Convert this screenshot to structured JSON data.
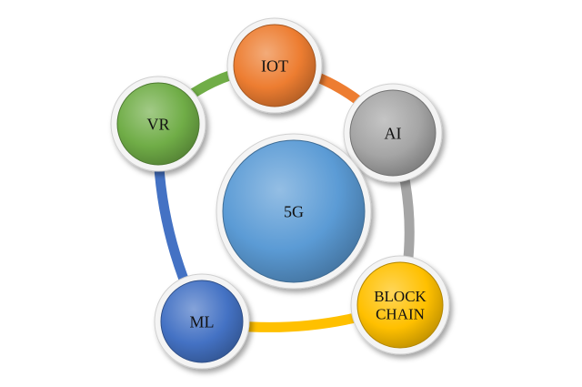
{
  "diagram": {
    "type": "cycle",
    "center": {
      "id": "5g",
      "label": "5G",
      "color": "#5b9bd5"
    },
    "nodes": [
      {
        "id": "iot",
        "lines": [
          "IOT"
        ],
        "color": "#ed7d31"
      },
      {
        "id": "ai",
        "lines": [
          "AI"
        ],
        "color": "#a5a5a5"
      },
      {
        "id": "blockchain",
        "lines": [
          "BLOCK",
          "CHAIN"
        ],
        "color": "#ffc000"
      },
      {
        "id": "ml",
        "lines": [
          "ML"
        ],
        "color": "#4472c4"
      },
      {
        "id": "vr",
        "lines": [
          "VR"
        ],
        "color": "#70ad47"
      }
    ],
    "connectors": [
      {
        "from": "iot",
        "to": "ai",
        "color": "#ed7d31"
      },
      {
        "from": "ai",
        "to": "blockchain",
        "color": "#a5a5a5"
      },
      {
        "from": "blockchain",
        "to": "ml",
        "color": "#ffc000"
      },
      {
        "from": "ml",
        "to": "vr",
        "color": "#4472c4"
      },
      {
        "from": "vr",
        "to": "iot",
        "color": "#70ad47"
      }
    ]
  }
}
